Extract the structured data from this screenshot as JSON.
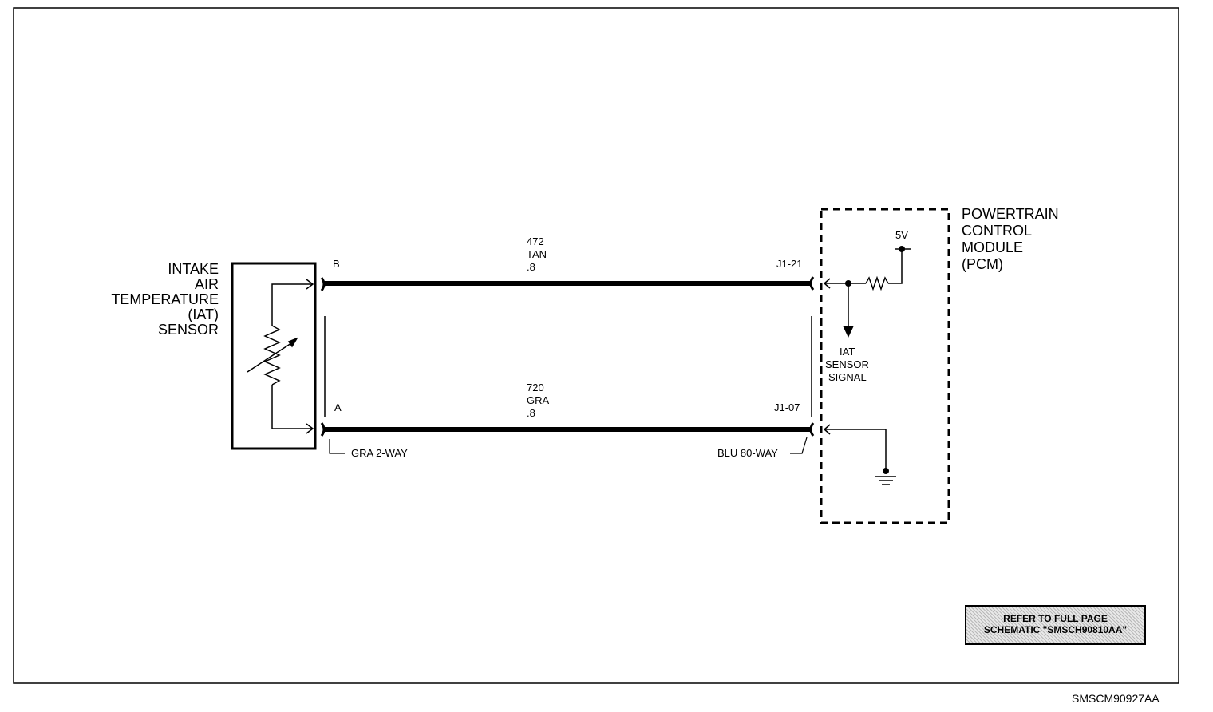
{
  "sensor": {
    "title_lines": [
      "INTAKE",
      "AIR",
      "TEMPERATURE",
      "(IAT)",
      "SENSOR"
    ]
  },
  "pcm": {
    "title_lines": [
      "POWERTRAIN",
      "CONTROL",
      "MODULE",
      "(PCM)"
    ],
    "voltage": "5V",
    "signal_lines": [
      "IAT",
      "SENSOR",
      "SIGNAL"
    ]
  },
  "wires": [
    {
      "circuit": "472",
      "color": "TAN",
      "gauge": ".8",
      "sensor_pin": "B",
      "pcm_pin": "J1-21"
    },
    {
      "circuit": "720",
      "color": "GRA",
      "gauge": ".8",
      "sensor_pin": "A",
      "pcm_pin": "J1-07"
    }
  ],
  "connectors": {
    "sensor": "GRA 2-WAY",
    "pcm": "BLU 80-WAY"
  },
  "refer_note": {
    "line1": "REFER TO FULL PAGE",
    "line2": "SCHEMATIC \"SMSCH90810AA\""
  },
  "figure_id": "SMSCM90927AA"
}
